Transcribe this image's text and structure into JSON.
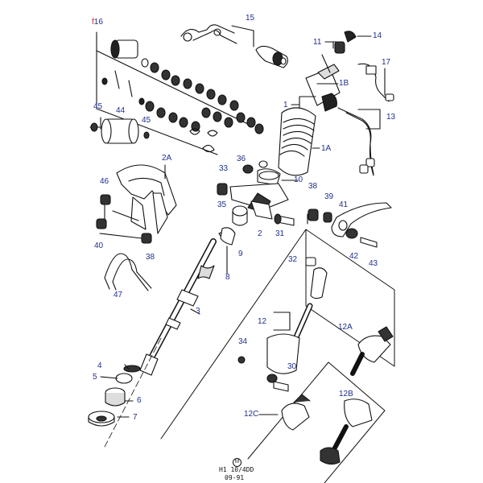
{
  "callouts": {
    "c16_prefix": "f",
    "c16": "16",
    "c15": "15",
    "c11": "11",
    "c14": "14",
    "c17": "17",
    "c1B": "1B",
    "c45a": "45",
    "c44": "44",
    "c45b": "45",
    "c1": "1",
    "c13": "13",
    "c1A": "1A",
    "c2A": "2A",
    "c36": "36",
    "c33": "33",
    "c10": "10",
    "c46": "46",
    "c35": "35",
    "c38a": "38",
    "c39": "39",
    "c41": "41",
    "c40": "40",
    "c38b": "38",
    "c9": "9",
    "c2": "2",
    "c31": "31",
    "c42": "42",
    "c43": "43",
    "c32": "32",
    "c47": "47",
    "c8": "8",
    "c3": "3",
    "c12": "12",
    "c12A": "12A",
    "c34": "34",
    "c4": "4",
    "c5": "5",
    "c30": "30",
    "c6": "6",
    "c7": "7",
    "c12B": "12B",
    "c12C": "12C"
  },
  "footer": {
    "stamp": "M",
    "code": "H1 10/4DD",
    "date": "09-91"
  },
  "colors": {
    "ink": "#111111",
    "callout": "#1f2f8c",
    "prefix": "#d21e1e"
  }
}
